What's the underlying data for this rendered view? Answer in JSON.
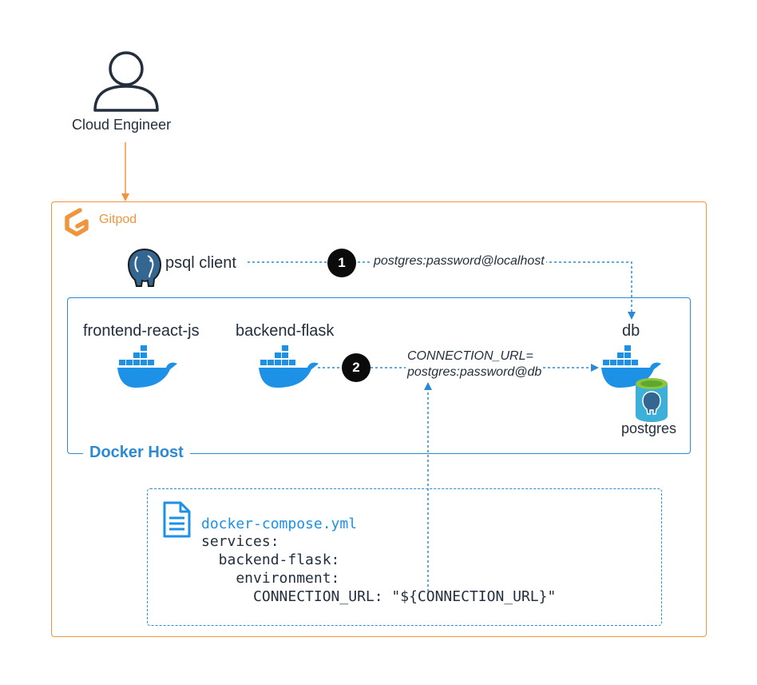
{
  "actor": {
    "label": "Cloud Engineer",
    "icon": "user-icon"
  },
  "gitpod": {
    "label": "Gitpod",
    "icon": "gitpod-logo-icon",
    "color": "#f0953b"
  },
  "psql_client": {
    "label": "psql client",
    "icon": "postgresql-elephant-icon"
  },
  "docker_host": {
    "label": "Docker Host",
    "color": "#2a8ad6"
  },
  "services": [
    {
      "label": "frontend-react-js",
      "icon": "docker-whale-icon"
    },
    {
      "label": "backend-flask",
      "icon": "docker-whale-icon"
    },
    {
      "label": "db",
      "icon": "docker-whale-icon"
    }
  ],
  "postgres": {
    "label": "postgres",
    "icon": "postgres-database-icon"
  },
  "connections": [
    {
      "step": "1",
      "label": "postgres:password@localhost"
    },
    {
      "step": "2",
      "label_line1": "CONNECTION_URL=",
      "label_line2": "postgres:password@db"
    }
  ],
  "compose_file": {
    "icon": "document-icon",
    "filename": "docker-compose.yml",
    "lines": [
      "services:",
      "  backend-flask:",
      "    environment:",
      "      CONNECTION_URL: \"${CONNECTION_URL}\""
    ]
  },
  "colors": {
    "blue": "#2a8ad6",
    "orange": "#f0953b",
    "dark": "#232f3e"
  }
}
